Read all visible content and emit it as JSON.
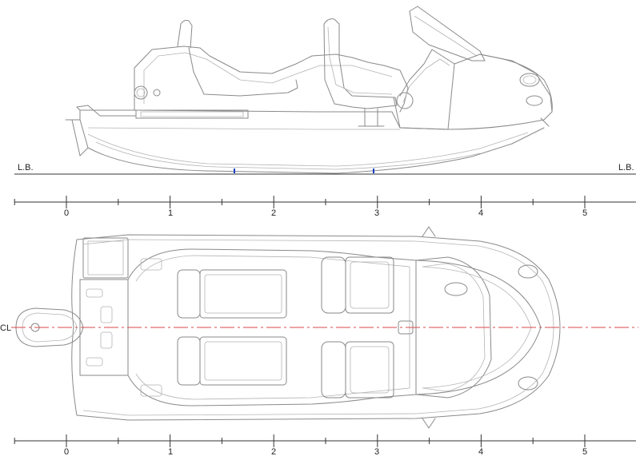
{
  "waterline": {
    "label_left": "L.B.",
    "label_right": "L.B."
  },
  "scale_top": {
    "labels": [
      "0",
      "1",
      "2",
      "3",
      "4",
      "5"
    ]
  },
  "scale_bottom": {
    "labels": [
      "0",
      "1",
      "2",
      "3",
      "4",
      "5"
    ]
  },
  "centerline": {
    "symbol": "CL"
  },
  "colors": {
    "outline": "#8a8a8a",
    "centerline": "#d84a4a",
    "marker": "#1a3fbf",
    "scale": "#333333"
  }
}
